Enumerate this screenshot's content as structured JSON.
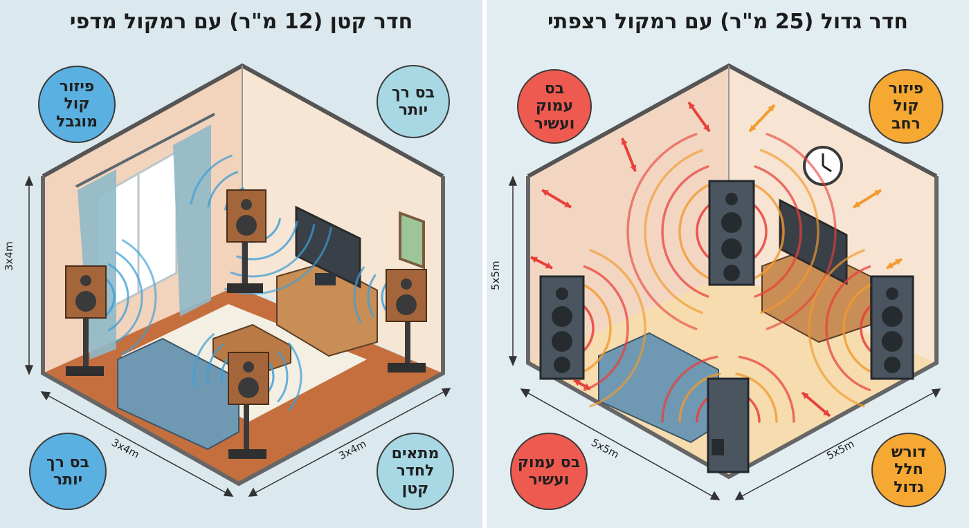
{
  "left": {
    "title": "חדר קטן (12 מ\"ר) עם רמקול מדפי",
    "badges": [
      {
        "text": "פיזור\nקול\nמוגבל",
        "color": "#5ab0e0"
      },
      {
        "text": "בס רך\nיותר",
        "color": "#a8d8e4"
      },
      {
        "text": "בס רך\nיותר",
        "color": "#5ab0e0"
      },
      {
        "text": "מתאים\nלחדר\nקטן",
        "color": "#a8d8e4"
      }
    ],
    "dims": {
      "height": "3x4m",
      "front": "3x4m",
      "side": "3x4m"
    }
  },
  "right": {
    "title": "חדר גדול (25 מ\"ר) עם רמקול רצפתי",
    "badges": [
      {
        "text": "בס\nעמוק\nועשיר",
        "color": "#ee5a50"
      },
      {
        "text": "פיזור\nקול\nרחב",
        "color": "#f5a832"
      },
      {
        "text": "בס עמוק\nועשיר",
        "color": "#ee5a50"
      },
      {
        "text": "דורש\nחלל\nגדול",
        "color": "#f5a832"
      }
    ],
    "dims": {
      "height": "5x5m",
      "front": "5x5m",
      "side": "5x5m"
    }
  },
  "colors": {
    "wave_small": "#3f9fd8",
    "wave_large_red": "#e8403a",
    "wave_large_orange": "#f29a2e",
    "wall": "#f4ddc8",
    "floor_small": "#c0693a",
    "floor_large": "#f6dcae"
  }
}
